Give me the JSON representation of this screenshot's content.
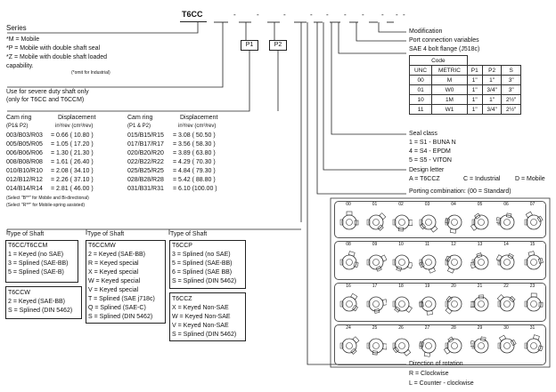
{
  "model": {
    "head": "T6CC",
    "dashes": [
      "-",
      "-",
      "-",
      "-",
      "-",
      "-",
      "-",
      "-",
      "-",
      "-"
    ],
    "p1": "P1",
    "p2": "P2"
  },
  "series": {
    "title": "Series",
    "lines": [
      "*M = Mobile",
      "*P  = Mobile with double shaft seal",
      "*Z  = Mobile with double shaft loaded",
      "          capability."
    ],
    "note": "(*omit for Industrial)"
  },
  "severe_duty": {
    "line1": "Use for severe duty shaft only",
    "line2": "(only for   T6CC and   T6CCM)"
  },
  "cam_table": {
    "h1": "Cam ring",
    "h2": "Displacement",
    "h3": "Cam ring",
    "h4": "Displacement",
    "s1": "(P1& P2)",
    "s2": "in³/rev  (cm³/rev)",
    "s3": "(P1 & P2)",
    "s4": "in³/rev  (cm³/rev)",
    "left_rings": [
      "003/B03/R03",
      "005/B05/R05",
      "006/B06/R06",
      "008/B08/R08",
      "010/B10/R10",
      "012/B12/R12",
      "014/B14/R14"
    ],
    "left_disp": [
      "=  0.66  ( 10.80 )",
      "=  1.05  ( 17.20 )",
      "=  1.30  ( 21.30 )",
      "=  1.61  ( 26.40 )",
      "=  2.08  ( 34.10 )",
      "=  2.26  ( 37.10 )",
      "=  2.81  ( 46.00 )"
    ],
    "right_rings": [
      "015/B15/R15",
      "017/B17/R17",
      "020/B20/R20",
      "022/B22/R22",
      "025/B25/R25",
      "028/B28/R28",
      "031/B31/R31"
    ],
    "right_disp": [
      "=  3.08  ( 50.50 )",
      "=  3.56  ( 58.30 )",
      "=  3.89  ( 63.80 )",
      "=  4.29  ( 70.30 )",
      "=  4.84  ( 79.30 )",
      "=  5.42  ( 88.80 )",
      "=  6.10  (100.00 )"
    ],
    "note1": "(Select \"B**\" for Mobile and Bi-directional)",
    "note2": "(Select \"R**\" for Mobile-spring assisted)"
  },
  "modification": {
    "title": "Modification",
    "line2": "Port connection variables",
    "line3": "SAE 4 bolt flange (J518c)"
  },
  "code_table": {
    "title": "Code",
    "headers": [
      "UNC",
      "METRIC",
      "P1",
      "P2",
      "S"
    ],
    "rows": [
      [
        "00",
        "M",
        "1\"",
        "1\"",
        "3\""
      ],
      [
        "01",
        "W0",
        "1\"",
        "3/4\"",
        "3\""
      ],
      [
        "10",
        "1M",
        "1\"",
        "1\"",
        "2½\""
      ],
      [
        "11",
        "W1",
        "1\"",
        "3/4\"",
        "2½\""
      ]
    ]
  },
  "seal_class": {
    "title": "Seal class",
    "lines": [
      "1 = S1 - BUNA N",
      "4 = S4 - EPDM",
      "5 = S5 - VITON"
    ]
  },
  "design_letter": {
    "title": "Design letter",
    "a": "A =   T6CCZ",
    "c": "C = Industrial",
    "d": "D = Mobile"
  },
  "porting": {
    "title": "Porting combination: (00 = Standard)",
    "numbers": [
      "00",
      "01",
      "02",
      "03",
      "04",
      "05",
      "06",
      "07",
      "08",
      "09",
      "10",
      "11",
      "12",
      "13",
      "14",
      "15",
      "16",
      "17",
      "18",
      "19",
      "20",
      "21",
      "22",
      "23",
      "24",
      "25",
      "26",
      "27",
      "28",
      "29",
      "30",
      "31"
    ]
  },
  "shafts": {
    "col1_title": "Type of Shaft",
    "col1_box_title": "T6CC/T6CCM",
    "col1_lines": [
      "1 = Keyed (no SAE)",
      "3 = Splined (SAE-BB)",
      "5 = Splined (SAE-B)"
    ],
    "col1b_title": "T6CCW",
    "col1b_lines": [
      "2 = Keyed (SAE-BB)",
      "S = Splined (DIN 5462)"
    ],
    "col2_title": "Type of Shaft",
    "col2_box_title": "T6CCMW",
    "col2_lines": [
      "2 = Keyed (SAE-BB)",
      "R = Keyed special",
      "X = Keyed special",
      "W = Keyed special",
      "V = Keyed special",
      "T = Splined (SAE j718c)",
      "Q = Splined (SAE-C)",
      "S = Splined (DIN 5462)"
    ],
    "col3_title": "Type of Shaft",
    "col3_box_title": "T6CCP",
    "col3_lines": [
      "3 = Splined (no SAE)",
      "5 = Splined (SAE-BB)",
      "6 = Splined (SAE BB)",
      "S = Splined (DIN 5462)"
    ],
    "col3b_title": "T6CCZ",
    "col3b_lines": [
      "X = Keyed Non-SAE",
      "W = Keyed Non-SAE",
      "V =  Keyed Non-SAE",
      "S =  Splined (DIN 5462)"
    ]
  },
  "rotation": {
    "title": "Direction of rotation",
    "r": "R = Clockwise",
    "l": "L = Counter - clockwise"
  }
}
